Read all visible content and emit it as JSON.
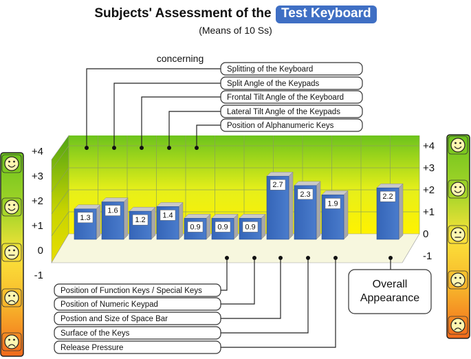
{
  "header": {
    "title_prefix": "Subjects' Assessment of the",
    "title_highlight": "Test Keyboard",
    "subtitle": "(Means of 10 Ss)"
  },
  "top_group_label": "concerning",
  "overall_label_line1": "Overall",
  "overall_label_line2": "Appearance",
  "colors": {
    "bar": "#3f6fc4",
    "highlight": "#3f6fc4",
    "wall_top": "#6cc31c",
    "wall_bottom": "#fff200",
    "scale_good": "#6cc31c",
    "scale_mid": "#fbe33a",
    "scale_bad": "#f26a1b"
  },
  "chart_data": {
    "type": "bar",
    "title": "Subjects' Assessment of the Test Keyboard",
    "subtitle": "(Means of 10 Ss)",
    "ylim": [
      -1,
      4
    ],
    "yticks": [
      "+4",
      "+3",
      "+2",
      "+1",
      "0",
      "-1"
    ],
    "categories": [
      "Splitting of the Keyboard",
      "Split Angle of the Keypads",
      "Frontal Tilt Angle of the Keyboard",
      "Lateral Tilt Angle of the Keypads",
      "Position of Alphanumeric Keys",
      "Position of Function Keys / Special Keys",
      "Position of Numeric Keypad",
      "Postion and Size of Space Bar",
      "Surface of the Keys",
      "Release Pressure",
      "Overall Appearance"
    ],
    "values": [
      1.3,
      1.6,
      1.2,
      1.4,
      0.9,
      0.9,
      0.9,
      2.7,
      2.3,
      1.9,
      2.2
    ],
    "value_labels": [
      "1.3",
      "1.6",
      "1.2",
      "1.4",
      "0.9",
      "0.9",
      "0.9",
      "2.7",
      "2.3",
      "1.9",
      "2.2"
    ],
    "top_labels": [
      "Splitting of the Keyboard",
      "Split Angle of the Keypads",
      "Frontal Tilt Angle of the Keyboard",
      "Lateral Tilt Angle of the Keypads",
      "Position of Alphanumeric Keys"
    ],
    "bottom_labels": [
      "Position of Function Keys / Special Keys",
      "Position of Numeric Keypad",
      "Postion and Size of Space Bar",
      "Surface of the Keys",
      "Release Pressure"
    ],
    "grid": true
  }
}
